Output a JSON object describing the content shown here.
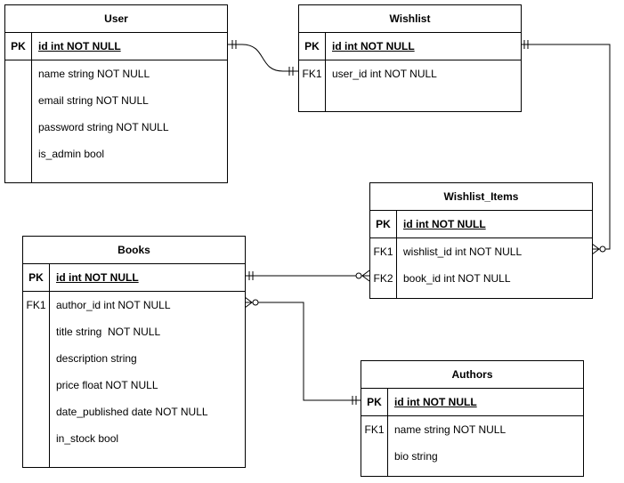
{
  "entities": {
    "user": {
      "title": "User",
      "pk": {
        "key": "PK",
        "field": "id int NOT NULL"
      },
      "rows": [
        {
          "key": "",
          "field": "name string NOT NULL"
        },
        {
          "key": "",
          "field": "email string NOT NULL"
        },
        {
          "key": "",
          "field": "password string NOT NULL"
        },
        {
          "key": "",
          "field": "is_admin bool"
        }
      ]
    },
    "wishlist": {
      "title": "Wishlist",
      "pk": {
        "key": "PK",
        "field": "id int NOT NULL"
      },
      "rows": [
        {
          "key": "FK1",
          "field": "user_id int NOT NULL"
        }
      ]
    },
    "wishlist_items": {
      "title": "Wishlist_Items",
      "pk": {
        "key": "PK",
        "field": "id int NOT NULL"
      },
      "rows": [
        {
          "key": "FK1",
          "field": "wishlist_id int NOT NULL"
        },
        {
          "key": "FK2",
          "field": "book_id int NOT NULL"
        }
      ]
    },
    "books": {
      "title": "Books",
      "pk": {
        "key": "PK",
        "field": "id int NOT NULL"
      },
      "rows": [
        {
          "key": "FK1",
          "field": "author_id int NOT NULL"
        },
        {
          "key": "",
          "field": "title string  NOT NULL"
        },
        {
          "key": "",
          "field": "description string"
        },
        {
          "key": "",
          "field": "price float NOT NULL"
        },
        {
          "key": "",
          "field": "date_published date NOT NULL"
        },
        {
          "key": "",
          "field": "in_stock bool"
        }
      ]
    },
    "authors": {
      "title": "Authors",
      "pk": {
        "key": "PK",
        "field": "id int NOT NULL"
      },
      "rows": [
        {
          "key": "FK1",
          "field": "name string NOT NULL"
        },
        {
          "key": "",
          "field": "bio string"
        }
      ]
    }
  },
  "relationships": [
    {
      "from": "user.id",
      "to": "wishlist.user_id",
      "from_end": "one-and-only-one",
      "to_end": "one-and-only-one"
    },
    {
      "from": "wishlist.id",
      "to": "wishlist_items.wishlist_id",
      "from_end": "one-and-only-one",
      "to_end": "zero-or-many"
    },
    {
      "from": "books.id",
      "to": "wishlist_items.book_id",
      "from_end": "one-and-only-one",
      "to_end": "zero-or-many"
    },
    {
      "from": "authors.id",
      "to": "books.author_id",
      "from_end": "one-and-only-one",
      "to_end": "zero-or-many"
    }
  ]
}
